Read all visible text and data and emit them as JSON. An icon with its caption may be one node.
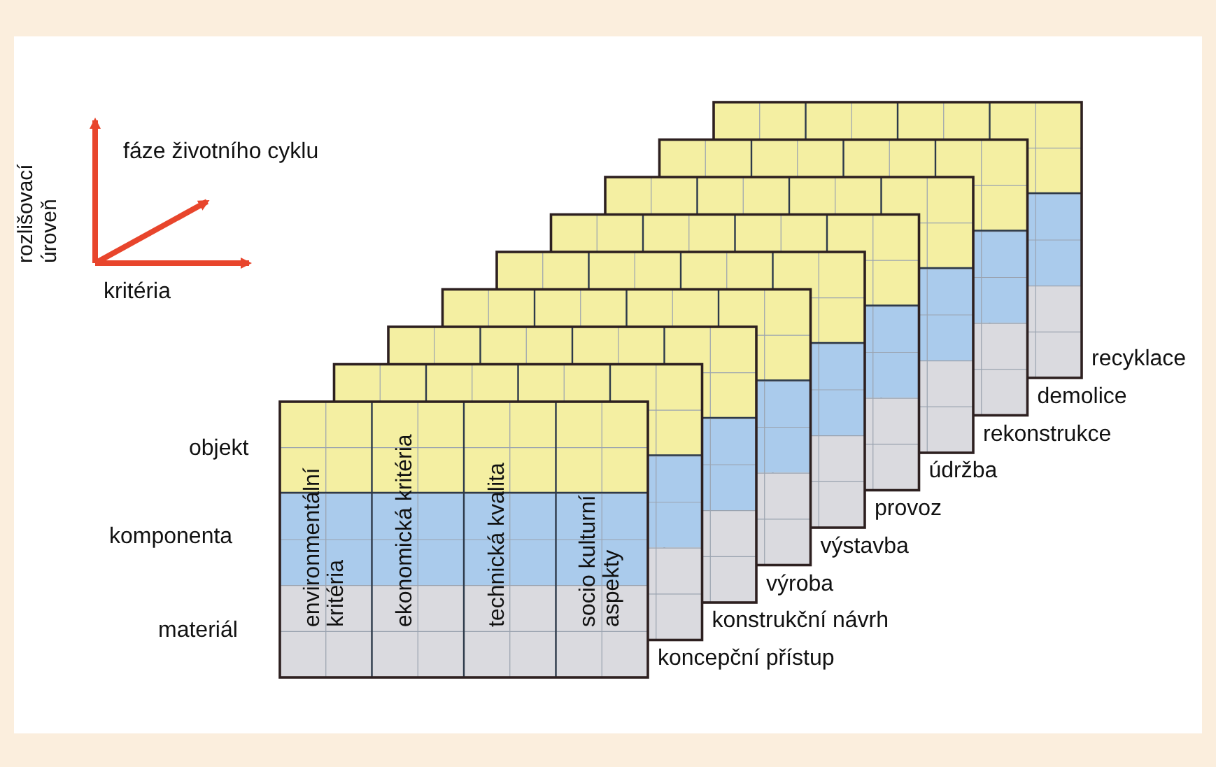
{
  "diagram": {
    "labels": [
      "rozlišovací úroveň",
      "fáze životního cyklu",
      "kritéria",
      "recyklace",
      "demolice",
      "rekonstrukce",
      "údržba",
      "provoz",
      "výstavba",
      "výroba",
      "konstrukční návrh",
      "koncepční přístup",
      "objekt",
      "komponenta",
      "materiál",
      "environmentální kritéria",
      "ekonomická kritéria",
      "technická kvalita",
      "socio kulturní aspekty"
    ]
  }
}
